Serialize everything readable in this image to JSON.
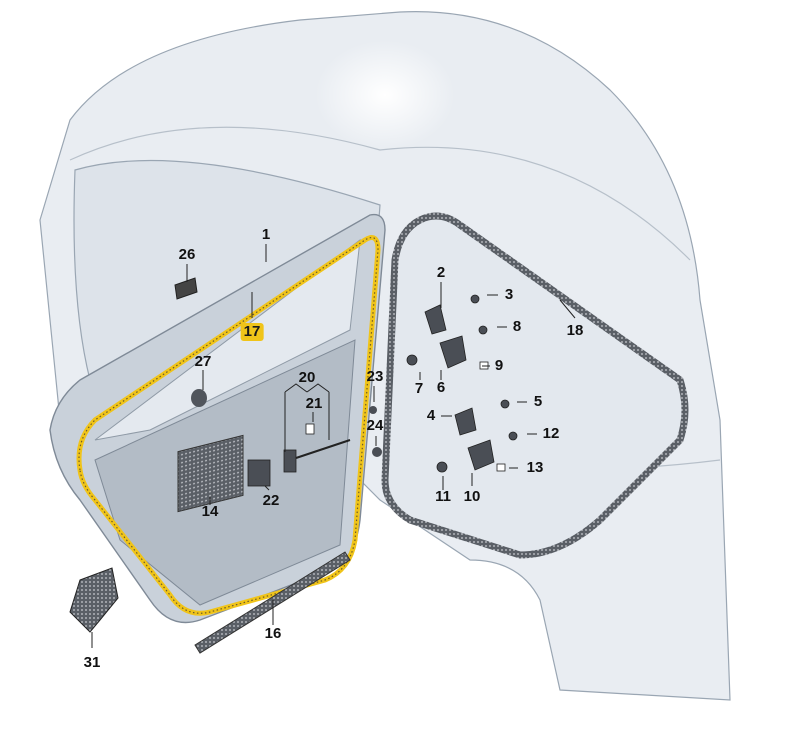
{
  "labels": [
    {
      "id": "1",
      "text": "1"
    },
    {
      "id": "2",
      "text": "2"
    },
    {
      "id": "3",
      "text": "3"
    },
    {
      "id": "4",
      "text": "4"
    },
    {
      "id": "5",
      "text": "5"
    },
    {
      "id": "6",
      "text": "6"
    },
    {
      "id": "7",
      "text": "7"
    },
    {
      "id": "8",
      "text": "8"
    },
    {
      "id": "9",
      "text": "9"
    },
    {
      "id": "10",
      "text": "10"
    },
    {
      "id": "11",
      "text": "11"
    },
    {
      "id": "12",
      "text": "12"
    },
    {
      "id": "13",
      "text": "13"
    },
    {
      "id": "14",
      "text": "14"
    },
    {
      "id": "16",
      "text": "16"
    },
    {
      "id": "17",
      "text": "17",
      "highlight": true
    },
    {
      "id": "18",
      "text": "18"
    },
    {
      "id": "20",
      "text": "20"
    },
    {
      "id": "21",
      "text": "21"
    },
    {
      "id": "22",
      "text": "22"
    },
    {
      "id": "23",
      "text": "23"
    },
    {
      "id": "24",
      "text": "24"
    },
    {
      "id": "26",
      "text": "26"
    },
    {
      "id": "27",
      "text": "27"
    },
    {
      "id": "31",
      "text": "31"
    }
  ],
  "colors": {
    "body_fill": "#e9edf2",
    "body_shade": "#d6dde5",
    "outline": "#9aa6b3",
    "seal_highlight": "#f0c419",
    "dark_part": "#4a4e55",
    "leader": "#222222"
  }
}
